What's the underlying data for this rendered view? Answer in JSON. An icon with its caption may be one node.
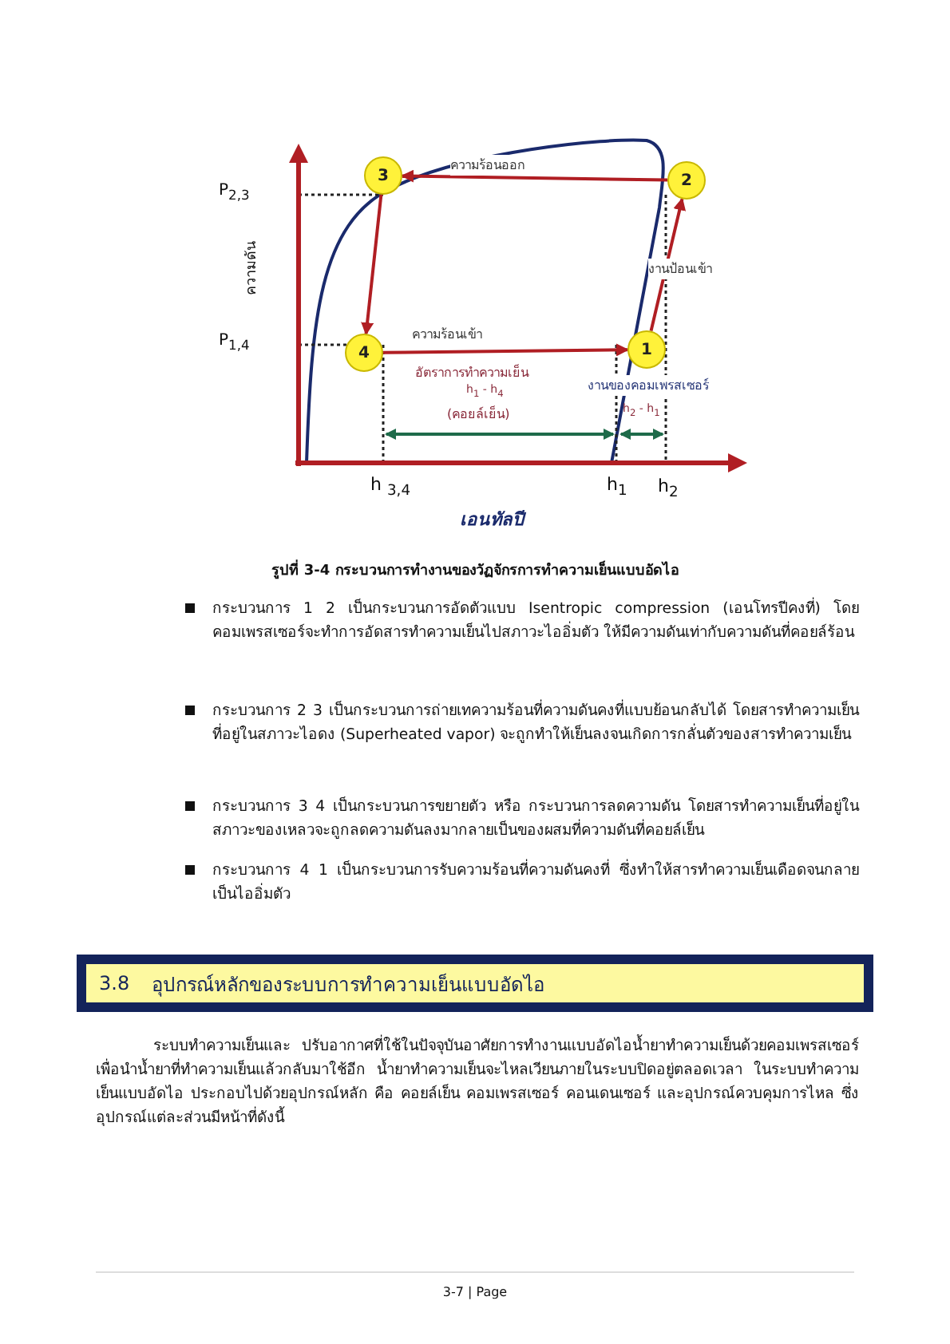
{
  "diagram": {
    "caption": "รูปที่ 3-4 กระบวนการทำงานของวัฏจักรการทำความเย็นแบบอัดไอ",
    "nodes": [
      {
        "text": [
          "3"
        ]
      },
      {
        "text": [
          "2"
        ]
      },
      {
        "text": [
          "4"
        ]
      },
      {
        "text": [
          "1"
        ]
      },
      {
        "text": [
          "3.8",
          "อุปกรณ์หลักของระบบการทำความเย็นแบบอัดไอ"
        ]
      }
    ],
    "edges": [
      {
        "from": 3,
        "to": 1,
        "arrow": "to",
        "label": "งานป้อนเข้า"
      },
      {
        "from": 1,
        "to": 0,
        "arrow": "to",
        "label": "ความร้อนออก"
      },
      {
        "from": 0,
        "to": 2,
        "arrow": "to"
      },
      {
        "from": 2,
        "to": 3,
        "arrow": "to",
        "label": "ความร้อนเข้า"
      }
    ],
    "labels": [
      "P$_{2,3}$",
      "ความดัน",
      "P$_{1,4}$",
      "อัตราการทำความเย็น",
      "งานของคอมเพรสเซอร์",
      "h$_{1}$ - h$_{4}$",
      "h$_{2}$ - h$_{1}$",
      "(คอยล์เย็น)",
      "h $_{3,4}$",
      "h$_{1}$",
      "h$_{2}$",
      "เอนทัลปี",
      "กระบวนการ 1 2 เป็นกระบวนการอัดตัวแบบ Isentropic compression (เอนโทรปีคงที่) โดยคอมเพรสเซอร์จะทำการอัดสารทำความเย็นไปสภาวะไออิ่มตัว ให้มีความดันเท่ากับความดันที่คอยล์ร้อน",
      "กระบวนการ 2 3 เป็นกระบวนการถ่ายเทความร้อนที่ความดันคงที่แบบย้อนกลับได้ โดยสารทำความเย็นที่อยู่ในสภาวะไอดง (Superheated vapor) จะถูกทำให้เย็นลงจนเกิดการกลั่นตัวของสารทำความเย็น",
      "กระบวนการ 3 4 เป็นกระบวนการขยายตัว หรือ กระบวนการลดความดัน โดยสารทำความเย็นที่อยู่ในสภาวะของเหลวจะถูกลดความดันลงมากลายเป็นของผสมที่ความดันที่คอยล์เย็น",
      "กระบวนการ 4 1 เป็นกระบวนการรับความร้อนที่ความดันคงที่ ซึ่งทำให้สารทำความเย็นเดือดจนกลายเป็นไออิ่มตัว",
      "ระบบทำความเย็นและ ปรับอากาศที่ใช้ในปัจจุบันอาศัยการทำงานแบบอัดไอน้ำยาทำความเย็นด้วยคอมเพรสเซอร์เพื่อนำน้ำยาที่ทำความเย็นแล้วกลับมาใช้อีก น้ำยาทำความเย็นจะไหลเวียนภายในระบบปิดอยู่ตลอดเวลา ในระบบทำความเย็นแบบอัดไอ ประกอบไปด้วยอุปกรณ์หลัก คือ คอยล์เย็น คอมเพรสเซอร์ คอนเดนเซอร์ และอุปกรณ์ควบคุมการไหล ซึ่งอุปกรณ์แต่ละส่วนมีหน้าที่ดังนี้",
      "3-7 | Page"
    ]
  }
}
